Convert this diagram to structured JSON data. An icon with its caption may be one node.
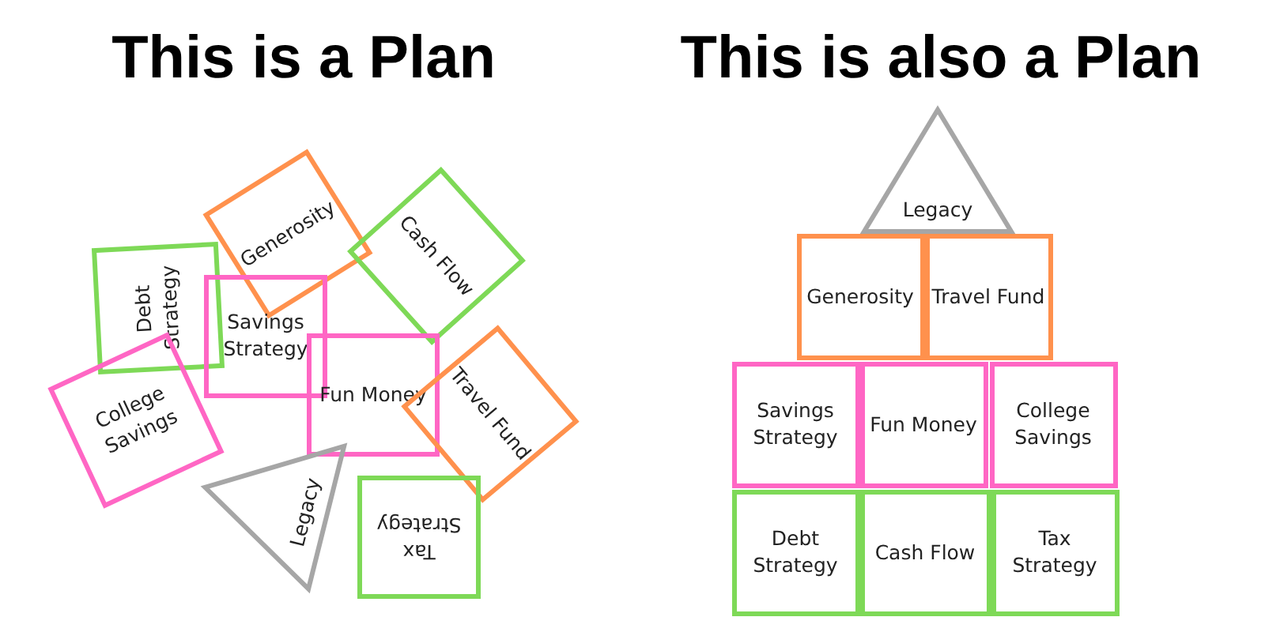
{
  "diagram": {
    "nodes": [
      {
        "text": [
          "Debt Strategy"
        ]
      },
      {
        "text": [
          "Generosity"
        ]
      },
      {
        "text": [
          "Cash Flow"
        ]
      },
      {
        "text": [
          "Savings Strategy"
        ]
      },
      {
        "text": [
          "Fun Money"
        ]
      },
      {
        "text": [
          "Travel Fund"
        ]
      },
      {
        "text": [
          "College Savings"
        ]
      },
      {
        "text": [
          "Legacy"
        ]
      },
      {
        "text": [
          "Tax Strategy"
        ]
      },
      {
        "text": [
          "Legacy"
        ]
      },
      {
        "text": [
          "Generosity"
        ]
      },
      {
        "text": [
          "Travel Fund"
        ]
      },
      {
        "text": [
          "Savings Strategy"
        ]
      },
      {
        "text": [
          "Fun Money"
        ]
      },
      {
        "text": [
          "College Savings"
        ]
      },
      {
        "text": [
          "Debt Strategy"
        ]
      },
      {
        "text": [
          "Cash Flow"
        ]
      },
      {
        "text": [
          "Tax Strategy"
        ]
      }
    ],
    "labels": [
      "This is a Plan",
      "This is also a Plan"
    ]
  }
}
